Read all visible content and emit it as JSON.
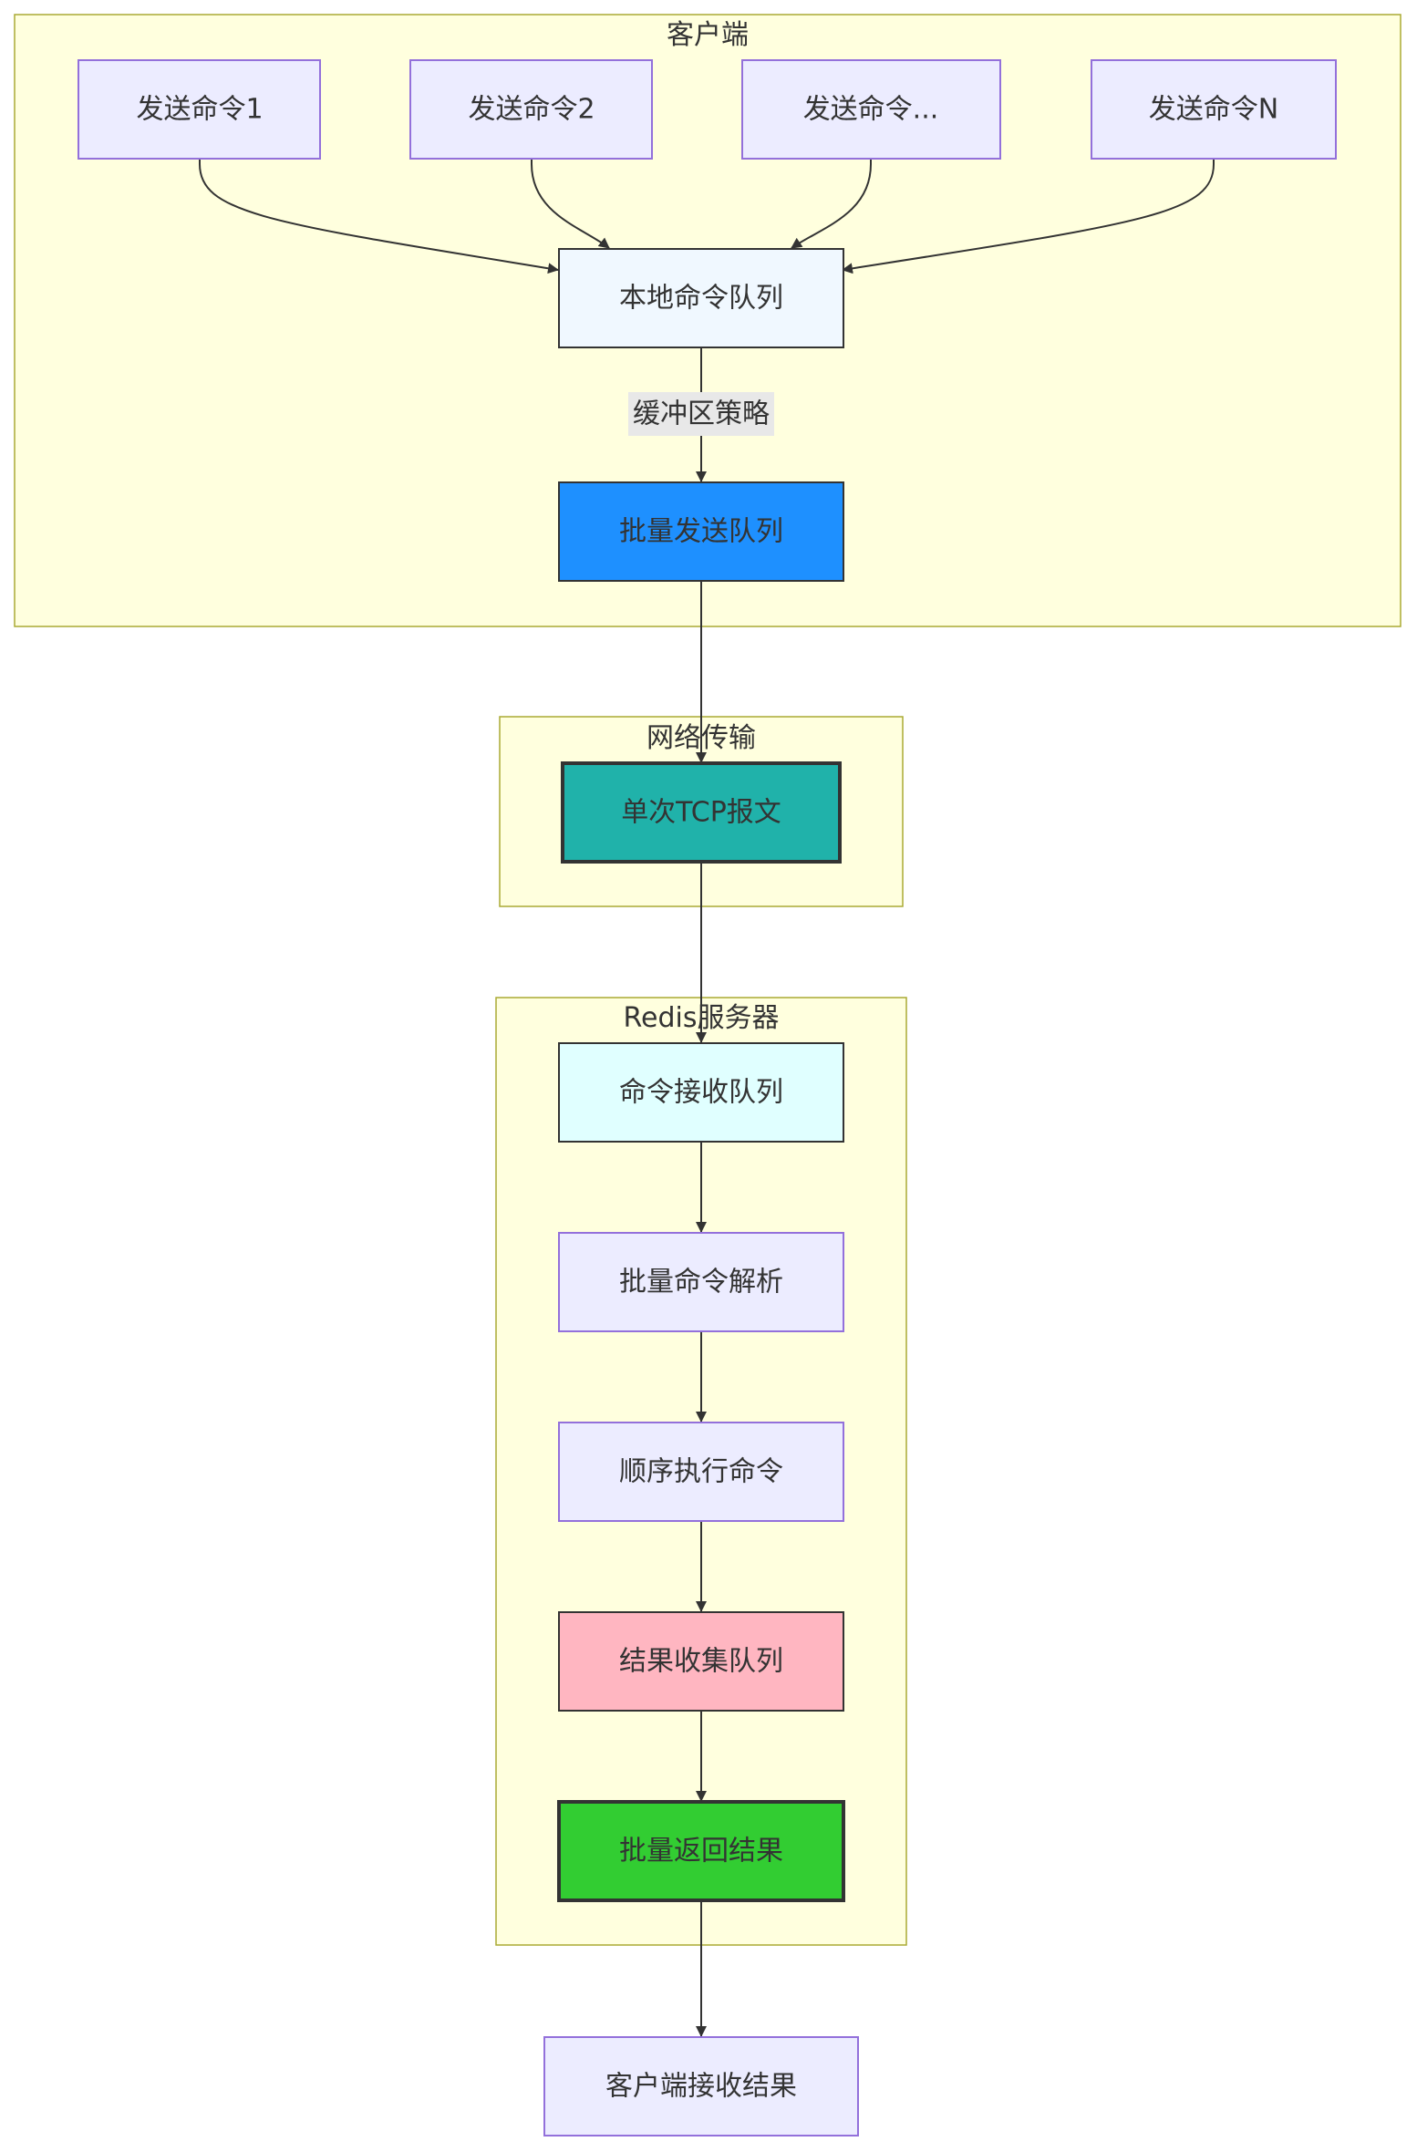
{
  "clusters": {
    "client": {
      "title": "客户端"
    },
    "network": {
      "title": "网络传输"
    },
    "server": {
      "title": "Redis服务器"
    }
  },
  "nodes": {
    "cmd1": {
      "label": "发送命令1",
      "fill": "#ececff",
      "stroke": "#9370db"
    },
    "cmd2": {
      "label": "发送命令2",
      "fill": "#ececff",
      "stroke": "#9370db"
    },
    "cmd_more": {
      "label": "发送命令...",
      "fill": "#ececff",
      "stroke": "#9370db"
    },
    "cmdN": {
      "label": "发送命令N",
      "fill": "#ececff",
      "stroke": "#9370db"
    },
    "local_queue": {
      "label": "本地命令队列",
      "fill": "#f0f8ff",
      "stroke": "#333333"
    },
    "batch_send": {
      "label": "批量发送队列",
      "fill": "#1e90ff",
      "stroke": "#333333"
    },
    "tcp_packet": {
      "label": "单次TCP报文",
      "fill": "#20b2aa",
      "stroke": "#333333"
    },
    "recv_queue": {
      "label": "命令接收队列",
      "fill": "#e0ffff",
      "stroke": "#333333"
    },
    "batch_parse": {
      "label": "批量命令解析",
      "fill": "#ececff",
      "stroke": "#9370db"
    },
    "seq_exec": {
      "label": "顺序执行命令",
      "fill": "#ececff",
      "stroke": "#9370db"
    },
    "result_collect": {
      "label": "结果收集队列",
      "fill": "#ffb6c1",
      "stroke": "#333333"
    },
    "batch_return": {
      "label": "批量返回结果",
      "fill": "#32cd32",
      "stroke": "#333333"
    },
    "client_receive": {
      "label": "客户端接收结果",
      "fill": "#ececff",
      "stroke": "#9370db"
    }
  },
  "edges": {
    "buffer_strategy": {
      "label": "缓冲区策略"
    }
  }
}
